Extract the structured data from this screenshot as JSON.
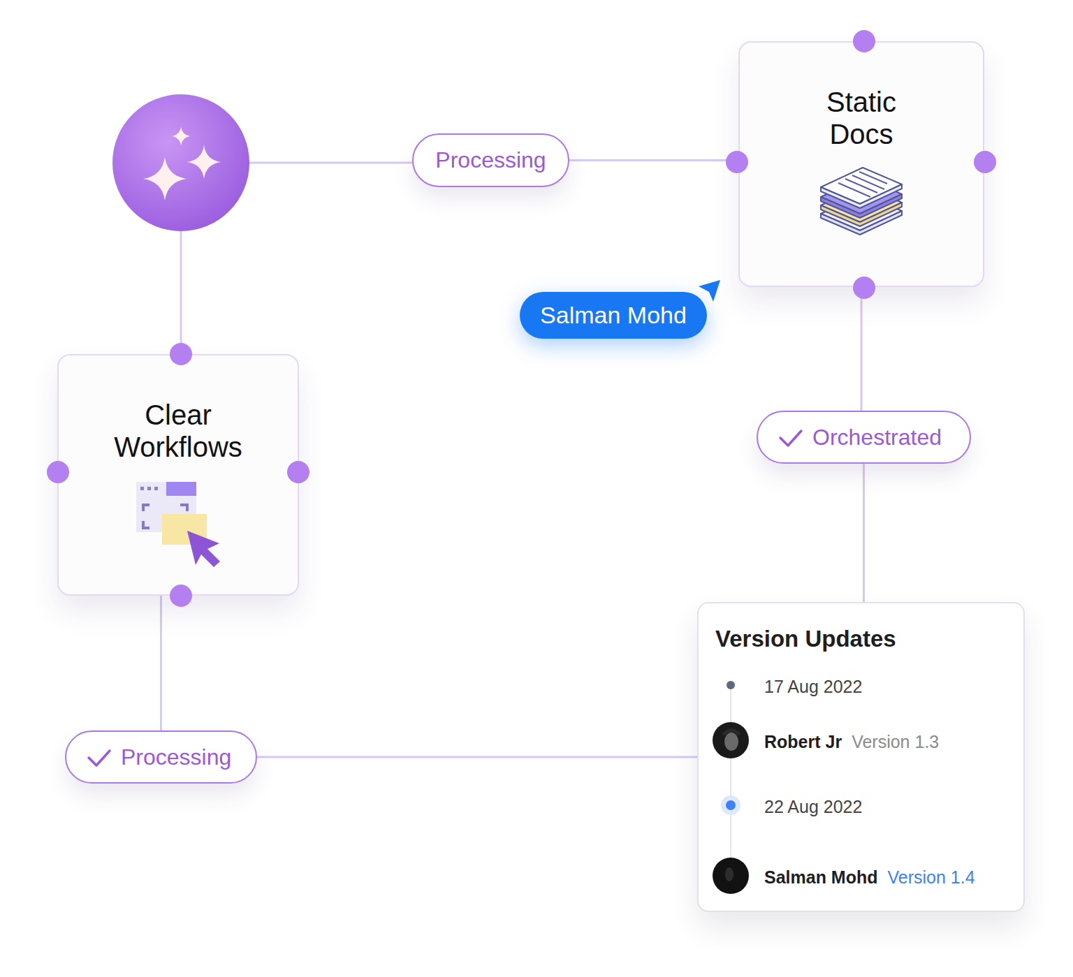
{
  "diagram": {
    "nodes": [
      {
        "text": [
          "Static Docs"
        ]
      },
      {
        "text": [
          "Processing"
        ]
      },
      {
        "text": [
          "Salman Mohd"
        ]
      },
      {
        "text": [
          "Clear Workflows"
        ]
      },
      {
        "text": [
          "Orchestrated"
        ]
      },
      {
        "text": [
          "Version Updates",
          "17 Aug 2022",
          "Robert Jr",
          "Version 1.3",
          "22 Aug 2022",
          "Salman Mohd",
          "Version 1.4"
        ]
      },
      {
        "text": [
          "Processing"
        ]
      }
    ],
    "edges": [
      {
        "from": 1,
        "to": 0,
        "arrow": "none"
      },
      {
        "from": 0,
        "to": 4,
        "arrow": "none"
      },
      {
        "from": 4,
        "to": 5,
        "arrow": "none"
      },
      {
        "from": 5,
        "to": 6,
        "arrow": "none"
      },
      {
        "from": 6,
        "to": 3,
        "arrow": "none"
      }
    ]
  }
}
